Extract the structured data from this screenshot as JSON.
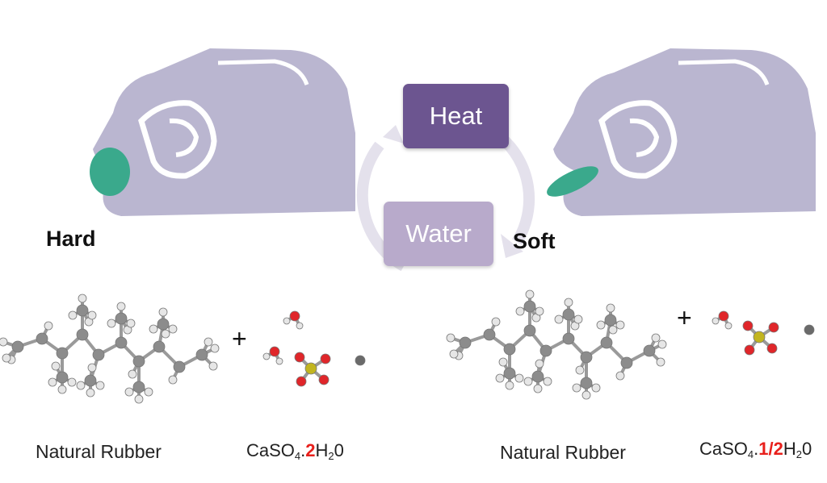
{
  "states": {
    "hard": "Hard",
    "soft": "Soft"
  },
  "cycle": {
    "heat": "Heat",
    "water": "Water"
  },
  "left": {
    "rubber": "Natural Rubber",
    "formula": {
      "a": "CaSO",
      "sub4": "4",
      "dot": ".",
      "coef": "2",
      "h": "H",
      "sub2": "2",
      "o": "0"
    }
  },
  "right": {
    "rubber": "Natural Rubber",
    "formula": {
      "a": "CaSO",
      "sub4": "4",
      "dot": ".",
      "coef": "1/2",
      "h": "H",
      "sub2": "2",
      "o": "0"
    }
  },
  "plus_sign": "+",
  "colors": {
    "hand": "#bab6d0",
    "hand_line": "#ffffff",
    "ball": "#3aa98c",
    "heat_box": "#6c5590",
    "water_box": "#b8aacb",
    "cycle_arrow": "#e4e1ec",
    "highlight": "#e8201c",
    "carbon": "#8c8c8c",
    "hydrogen": "#e6e6e6",
    "oxygen": "#e0262a",
    "sulfur": "#c2b51f",
    "calcium": "#6a6a6a"
  }
}
